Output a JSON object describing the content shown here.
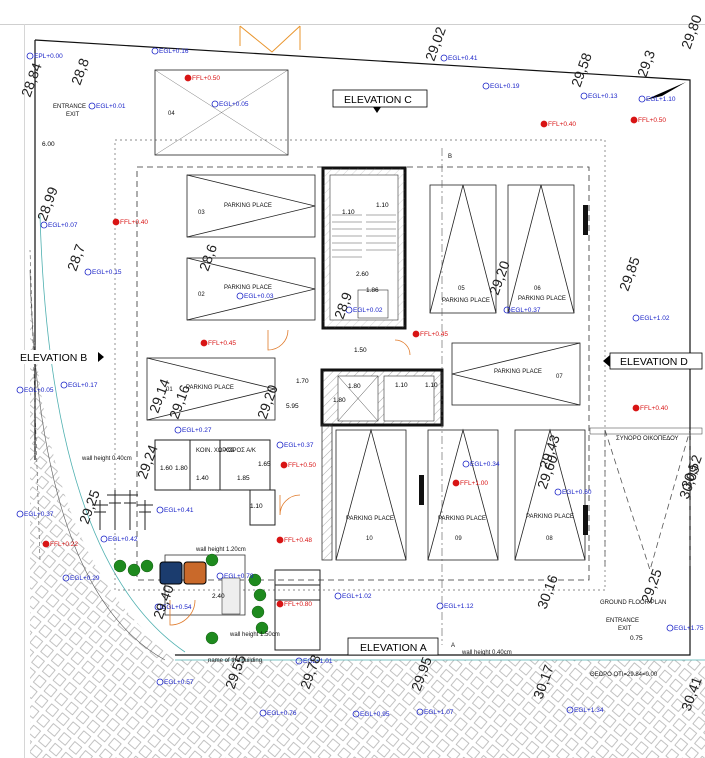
{
  "elevations": {
    "a": "ELEVATION A",
    "b": "ELEVATION B",
    "c": "ELEVATION C",
    "d": "ELEVATION D"
  },
  "entrance_exit_left": [
    "ENTRANCE",
    "EXIT"
  ],
  "entrance_exit_right": [
    "ENTRANCE",
    "EXIT"
  ],
  "parking_label": "PARKING PLACE",
  "parking_numbers": [
    "03",
    "02",
    "04",
    "05",
    "06",
    "07",
    "01",
    "10",
    "09",
    "08"
  ],
  "section_marker": "B",
  "section_marker_a": "A",
  "wall_notes": {
    "w1": "wall height 0.40cm",
    "w2": "wall height 1.20cm",
    "w3": "wall height 1.50cm",
    "w4": "wall height 0.40cm",
    "name": "name of the building"
  },
  "dims": {
    "d110a": "1.10",
    "d110b": "1.10",
    "d260": "2.60",
    "d186": "1.86",
    "d150": "1.50",
    "d170": "1.70",
    "d180a": "1.80",
    "d180b": "1.80",
    "d110c": "1.10",
    "d110d": "1.10",
    "d595": "5.95",
    "d180c": "1.80",
    "d140": "1.40",
    "d185": "1.85",
    "d165": "1.65",
    "d160": "1.60",
    "d110e": "1.10",
    "d240": "2.40",
    "d600": "6.00",
    "d075": "0.75"
  },
  "rooms": {
    "r1": "ΚΟΙΝ. ΧΩΡΟΣ",
    "r2": "ΧΩΡΟΣ Α/Κ"
  },
  "road_label": "ΣΥΝΟΡΟ ΟΙΚΟΠΕΔΟΥ",
  "ground_floor_plan": "GROUND FLOOR PLAN",
  "border_note": "ΘΕΩΡΟ ΟΤΙ=29.84=0.00",
  "egl_labels": [
    {
      "id": "e1",
      "t": "EPL+0.00"
    },
    {
      "id": "e2",
      "t": "EGL+0.16"
    },
    {
      "id": "e3",
      "t": "EGL+0.01"
    },
    {
      "id": "e4",
      "t": "EGL+0.05"
    },
    {
      "id": "e5",
      "t": "EGL+0.41"
    },
    {
      "id": "e6",
      "t": "EGL+0.19"
    },
    {
      "id": "e7",
      "t": "EGL+0.13"
    },
    {
      "id": "e8",
      "t": "EGL+1.10"
    },
    {
      "id": "e9",
      "t": "EGL+0.07"
    },
    {
      "id": "e10",
      "t": "EGL+0.15"
    },
    {
      "id": "e11",
      "t": "EGL+0.03"
    },
    {
      "id": "e12",
      "t": "EGL+0.02"
    },
    {
      "id": "e13",
      "t": "EGL+0.37"
    },
    {
      "id": "e14",
      "t": "EGL+1.02"
    },
    {
      "id": "e15",
      "t": "EGL+0.17"
    },
    {
      "id": "e16",
      "t": "EGL+0.05"
    },
    {
      "id": "e17",
      "t": "EGL+0.27"
    },
    {
      "id": "e18",
      "t": "EGL+0.37"
    },
    {
      "id": "e19",
      "t": "EGL+0.34"
    },
    {
      "id": "e20",
      "t": "EGL+0.60"
    },
    {
      "id": "e21",
      "t": "EGL+0.41"
    },
    {
      "id": "e22",
      "t": "EGL+0.37"
    },
    {
      "id": "e23",
      "t": "EGL+0.42"
    },
    {
      "id": "e24",
      "t": "EGL+0.29"
    },
    {
      "id": "e25",
      "t": "EGL+0.79"
    },
    {
      "id": "e26",
      "t": "EGL+0.54"
    },
    {
      "id": "e27",
      "t": "EGL+1.02"
    },
    {
      "id": "e28",
      "t": "EGL+1.12"
    },
    {
      "id": "e29",
      "t": "EGL+1.75"
    },
    {
      "id": "e30",
      "t": "EGL+0.57"
    },
    {
      "id": "e31",
      "t": "EGL+1.01"
    },
    {
      "id": "e32",
      "t": "EGL+0.76"
    },
    {
      "id": "e33",
      "t": "EGL+0.95"
    },
    {
      "id": "e34",
      "t": "EGL+1.07"
    },
    {
      "id": "e35",
      "t": "EGL+1.34"
    }
  ],
  "ffl_labels": [
    {
      "id": "f1",
      "t": "FFL+0.50"
    },
    {
      "id": "f2",
      "t": "FFL+0.40"
    },
    {
      "id": "f3",
      "t": "FFL+0.50"
    },
    {
      "id": "f4",
      "t": "FFL+0.40"
    },
    {
      "id": "f5",
      "t": "FFL+0.45"
    },
    {
      "id": "f6",
      "t": "FFL+0.45"
    },
    {
      "id": "f7",
      "t": "FFL+0.40"
    },
    {
      "id": "f8",
      "t": "FFL+0.50"
    },
    {
      "id": "f9",
      "t": "FFL+1.00"
    },
    {
      "id": "f10",
      "t": "FFL+0.22"
    },
    {
      "id": "f11",
      "t": "FFL+0.48"
    },
    {
      "id": "f12",
      "t": "FFL+0.80"
    }
  ],
  "levels": [
    {
      "id": "l1",
      "t": "28,84"
    },
    {
      "id": "l2",
      "t": "28,8"
    },
    {
      "id": "l3",
      "t": "29,02"
    },
    {
      "id": "l4",
      "t": "29,58"
    },
    {
      "id": "l5",
      "t": "29,3"
    },
    {
      "id": "l6",
      "t": "29,80"
    },
    {
      "id": "l7",
      "t": "29,14"
    },
    {
      "id": "l8",
      "t": "28,99"
    },
    {
      "id": "l9",
      "t": "28,7"
    },
    {
      "id": "l10",
      "t": "29,20"
    },
    {
      "id": "l11",
      "t": "29,85"
    },
    {
      "id": "l12",
      "t": "28,6"
    },
    {
      "id": "l13",
      "t": "28,9"
    },
    {
      "id": "l14",
      "t": "29,16"
    },
    {
      "id": "l15",
      "t": "29,20"
    },
    {
      "id": "l16",
      "t": "29,24"
    },
    {
      "id": "l17",
      "t": "29,25"
    },
    {
      "id": "l18",
      "t": "29,43"
    },
    {
      "id": "l19",
      "t": "30,52"
    },
    {
      "id": "l20",
      "t": "29,60"
    },
    {
      "id": "l21",
      "t": "30,16"
    },
    {
      "id": "l22",
      "t": "29,25"
    },
    {
      "id": "l23",
      "t": "30,09"
    },
    {
      "id": "l24",
      "t": "29,40"
    },
    {
      "id": "l25",
      "t": "29,55"
    },
    {
      "id": "l26",
      "t": "29,78"
    },
    {
      "id": "l27",
      "t": "29,95"
    },
    {
      "id": "l28",
      "t": "30,17"
    },
    {
      "id": "l29",
      "t": "30,41"
    }
  ]
}
